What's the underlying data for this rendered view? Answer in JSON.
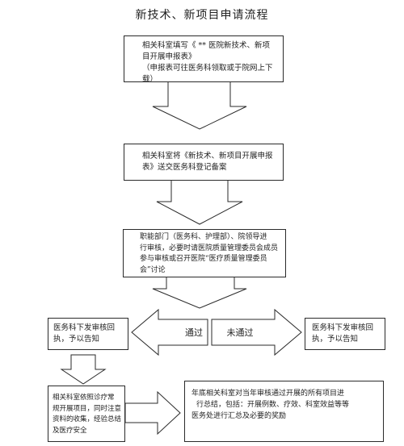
{
  "title": "新技术、新项目申请流程",
  "steps": {
    "step1": {
      "line1": "相关科室填写《 ** 医院新技术、新项",
      "line2": "目开展申报表》",
      "line3": "（申报表可往医务科领取或于院网上下载）"
    },
    "step2": {
      "line1": "相关科室将《新技术、新项目开展申报",
      "line2": "表》送交医务科登记备案"
    },
    "step3": {
      "line1": "职能部门（医务科、护理部）、院领导进",
      "line2": "行审核，必要时请医院质量管理委员会成员",
      "line3": "参与审核或召开医院“医疗质量管理委员",
      "line4": "会”讨论"
    }
  },
  "decisions": {
    "pass": "通过",
    "fail": "未通过"
  },
  "outcomes": {
    "left": {
      "line1": "医务科下发审核回",
      "line2": "执，予以告知"
    },
    "right": {
      "line1": "医务科下发审核回",
      "line2": "执，予以告知"
    }
  },
  "implement": {
    "line1": "相关科室依照诊疗常",
    "line2": "规开展项目，同时注意",
    "line3": "资料的收集，经验总结",
    "line4": "及医疗安全"
  },
  "summary": {
    "line1": "年底相关科室对当年审核通过开展的所有项目进",
    "line2": "行总结，包括：开展例数、疗效、科室效益等等",
    "line3": "医务处进行汇总及必要的奖励"
  }
}
